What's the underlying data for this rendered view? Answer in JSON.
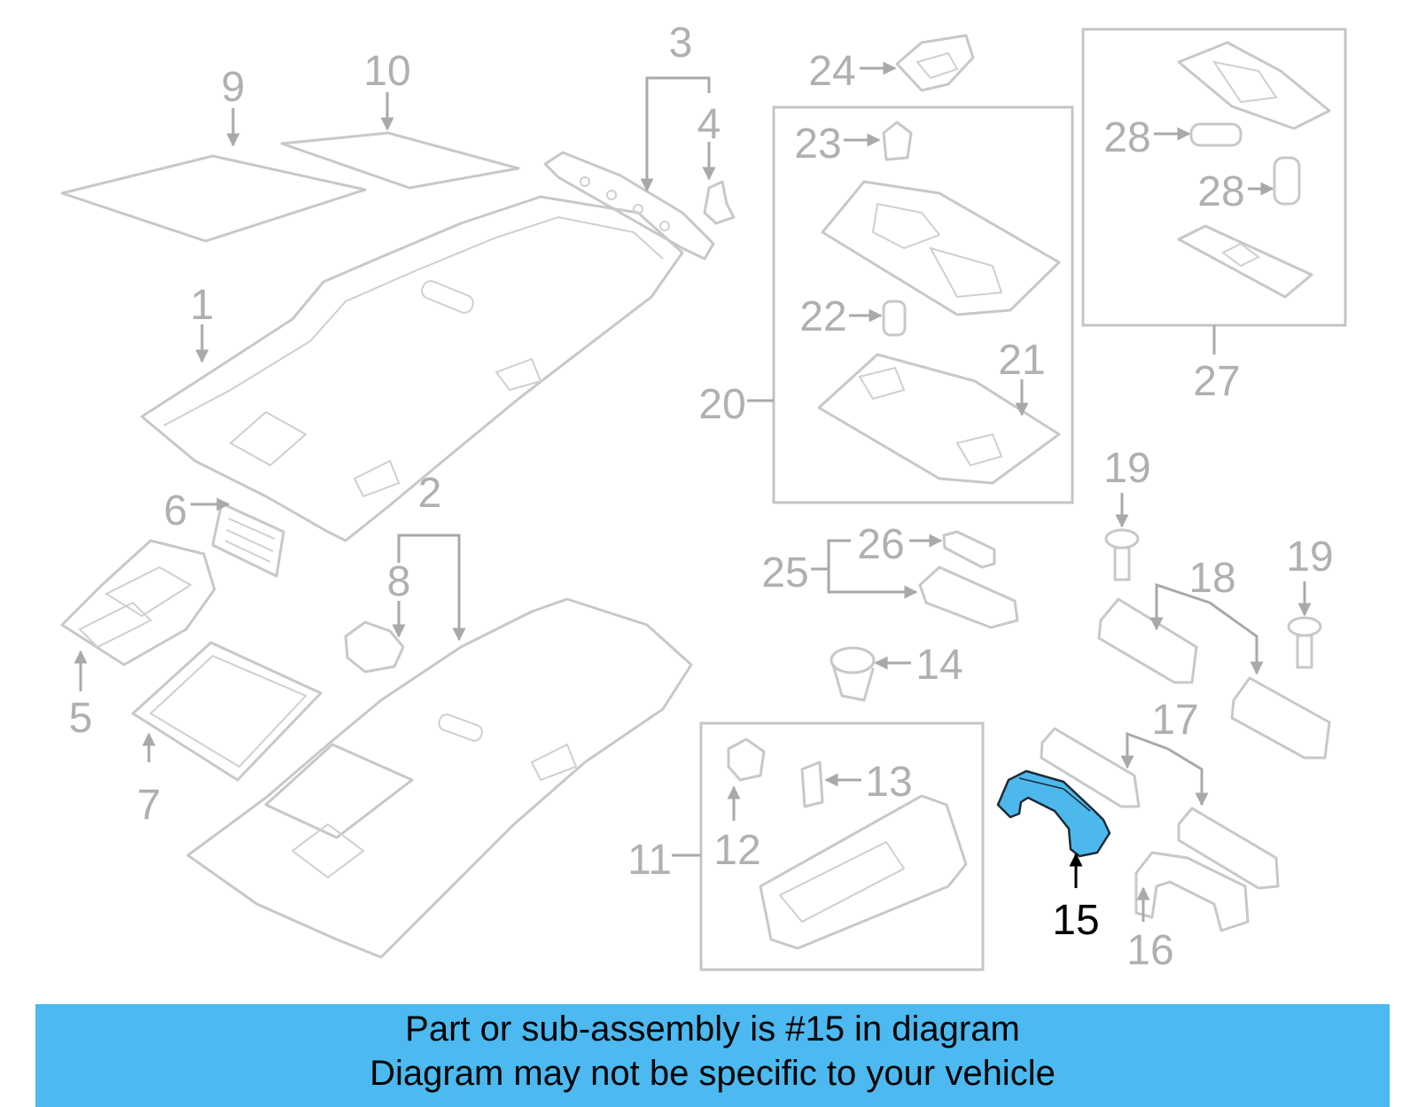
{
  "callouts": {
    "c1": "1",
    "c2": "2",
    "c3": "3",
    "c4": "4",
    "c5": "5",
    "c6": "6",
    "c7": "7",
    "c8": "8",
    "c9": "9",
    "c10": "10",
    "c11": "11",
    "c12": "12",
    "c13": "13",
    "c14": "14",
    "c15": "15",
    "c16": "16",
    "c17": "17",
    "c18": "18",
    "c19a": "19",
    "c19b": "19",
    "c20": "20",
    "c21": "21",
    "c22": "22",
    "c23": "23",
    "c24": "24",
    "c25": "25",
    "c26": "26",
    "c27": "27",
    "c28a": "28",
    "c28b": "28"
  },
  "highlight": {
    "part_number": "15",
    "color": "#4db8ec"
  },
  "banner": {
    "line1": "Part or sub-assembly is #15 in diagram",
    "line2": "Diagram may not be specific to your vehicle",
    "color": "#4cb9f0"
  }
}
